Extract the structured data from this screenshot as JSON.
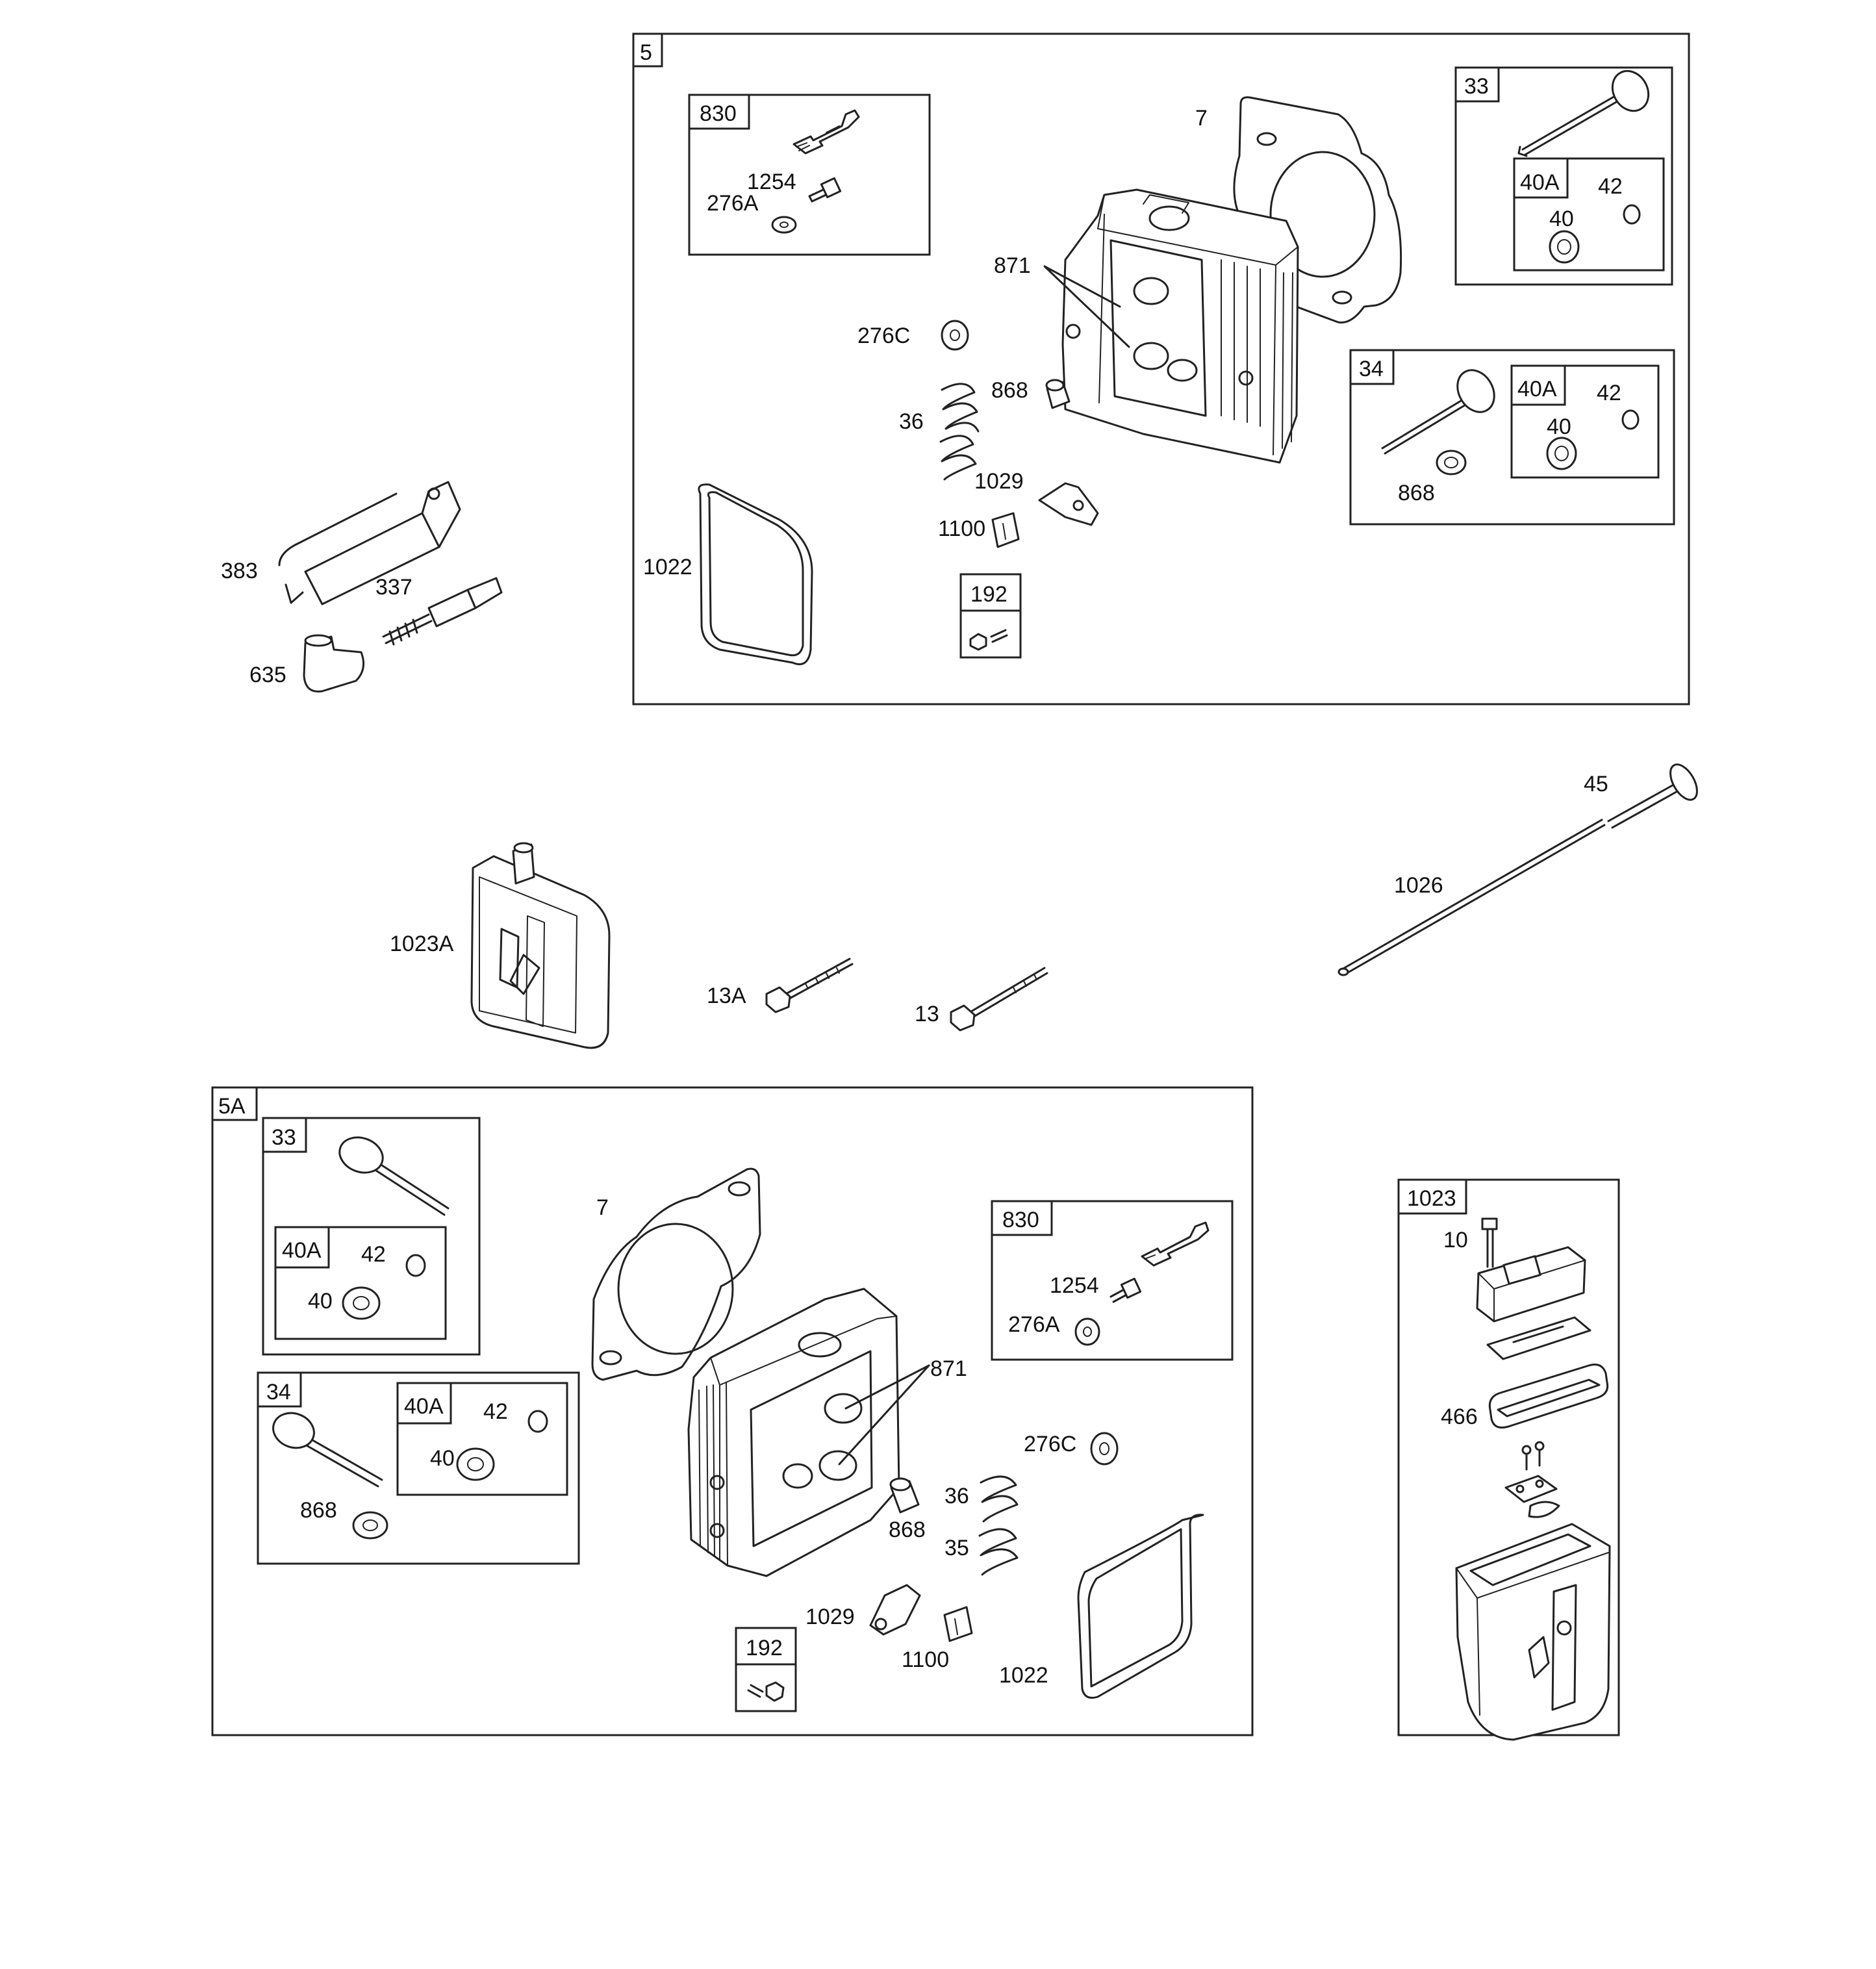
{
  "groups": {
    "g5": "5",
    "g830_top": "830",
    "g33_top": "33",
    "g40A_top33": "40A",
    "g34_top": "34",
    "g40A_top34": "40A",
    "g192_top": "192",
    "g5A": "5A",
    "g33_bot": "33",
    "g40A_bot33": "40A",
    "g34_bot": "34",
    "g40A_bot34": "40A",
    "g830_bot": "830",
    "g192_bot": "192",
    "g1023": "1023"
  },
  "parts": {
    "p383": "383",
    "p337": "337",
    "p635": "635",
    "t1254": "1254",
    "t276A": "276A",
    "t7": "7",
    "t871": "871",
    "t276C": "276C",
    "t868": "868",
    "t36": "36",
    "t1029": "1029",
    "t1100": "1100",
    "t1022": "1022",
    "t42_33": "42",
    "t40_33": "40",
    "t42_34": "42",
    "t40_34": "40",
    "t868_34": "868",
    "p45": "45",
    "p1026": "1026",
    "p1023A": "1023A",
    "p13A": "13A",
    "p13": "13",
    "b7": "7",
    "b42_33": "42",
    "b40_33": "40",
    "b42_34": "42",
    "b40_34": "40",
    "b868_34": "868",
    "b1254": "1254",
    "b276A": "276A",
    "b871": "871",
    "b276C": "276C",
    "b36": "36",
    "b868": "868",
    "b35": "35",
    "b1029": "1029",
    "b1100": "1100",
    "b1022": "1022",
    "r10": "10",
    "r466": "466"
  }
}
